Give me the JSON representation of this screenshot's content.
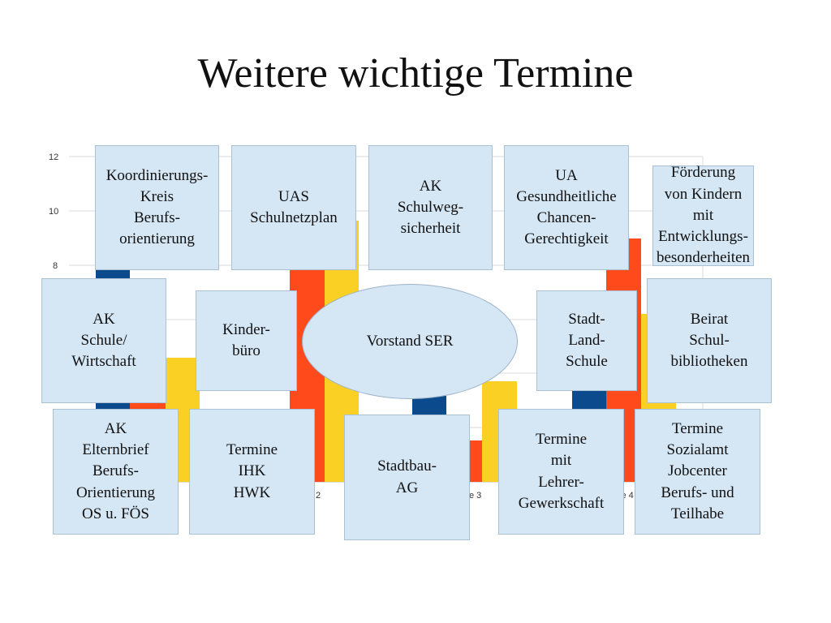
{
  "title": "Weitere wichtige Termine",
  "chart_data": {
    "type": "bar",
    "yticks": [
      "12",
      "10",
      "8"
    ],
    "xtick_fragments": [
      "2",
      "e 3",
      "le 4"
    ],
    "colors": [
      "#0b4a8c",
      "#ff4a1c",
      "#fbd024"
    ],
    "note": ""
  },
  "boxes": {
    "koordinierungskreis": "Koordinierungs-\nKreis\nBerufs-\norientierung",
    "uas": "UAS\nSchulnetzplan",
    "ak_schulweg": "AK\nSchulweg-\nsicherheit",
    "ua_gesundheit": "UA\nGesundheitliche\nChancen-\nGerechtigkeit",
    "foerderung": "Förderung\nvon Kindern\nmit Entwicklungs-\nbesonderheiten",
    "ak_schule_wirtschaft": "AK\nSchule/\nWirtschaft",
    "kinderbuero": "Kinder-\nbüro",
    "vorstand": "Vorstand SER",
    "stadt_land_schule": "Stadt-\nLand-\nSchule",
    "beirat": "Beirat\nSchul-\nbibliotheken",
    "ak_elternbrief": "AK\nElternbrief\nBerufs-\nOrientierung\nOS u. FÖS",
    "termine_ihk": "Termine\nIHK\nHWK",
    "stadtbau": "Stadtbau-\nAG",
    "termine_lehrer": "Termine\nmit\nLehrer-\nGewerkschaft",
    "termine_sozialamt": "Termine\nSozialamt\nJobcenter\nBerufs- und\nTeilhabe"
  }
}
